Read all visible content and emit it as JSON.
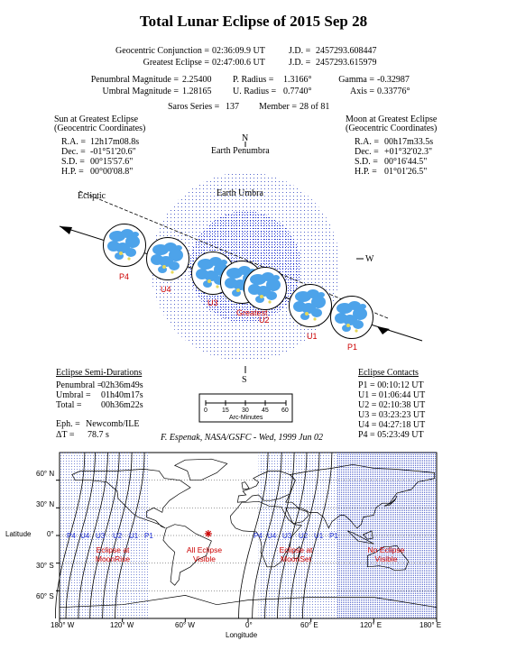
{
  "title": "Total Lunar Eclipse of 2015 Sep 28",
  "header": {
    "geo_conj_label": "Geocentric Conjunction =",
    "geo_conj_value": "02:36:09.9 UT",
    "jd1_label": "J.D. =",
    "jd1_value": "2457293.608447",
    "greatest_label": "Greatest Eclipse =",
    "greatest_value": "02:47:00.6 UT",
    "jd2_label": "J.D. =",
    "jd2_value": "2457293.615979",
    "pen_mag_label": "Penumbral Magnitude =",
    "pen_mag_value": "2.25400",
    "umb_mag_label": "Umbral Magnitude =",
    "umb_mag_value": "1.28165",
    "p_radius_label": "P. Radius =",
    "p_radius_value": "1.3166°",
    "u_radius_label": "U. Radius =",
    "u_radius_value": "0.7740°",
    "gamma_label": "Gamma =",
    "gamma_value": "-0.32987",
    "axis_label": "Axis =",
    "axis_value": "0.33776°",
    "saros_label": "Saros Series =",
    "saros_value": "137",
    "member_label": "Member =",
    "member_value": "28 of 81"
  },
  "sun": {
    "heading1": "Sun at Greatest Eclipse",
    "heading2": "(Geocentric Coordinates)",
    "rows": [
      {
        "label": "R.A. =",
        "value": "12h17m08.8s"
      },
      {
        "label": "Dec. =",
        "value": "-01°51'20.6\""
      },
      {
        "label": "S.D. =",
        "value": "00°15'57.6\""
      },
      {
        "label": "H.P. =",
        "value": "00°00'08.8\""
      }
    ]
  },
  "moon": {
    "heading1": "Moon at Greatest Eclipse",
    "heading2": "(Geocentric Coordinates)",
    "rows": [
      {
        "label": "R.A. =",
        "value": "00h17m33.5s"
      },
      {
        "label": "Dec. =",
        "value": "+01°32'02.3\""
      },
      {
        "label": "S.D. =",
        "value": "00°16'44.5\""
      },
      {
        "label": "H.P. =",
        "value": "01°01'26.5\""
      }
    ]
  },
  "diagram": {
    "north": "N",
    "south": "S",
    "west": "W",
    "earth_penumbra": "Earth Penumbra",
    "earth_umbra": "Earth Umbra",
    "ecliptic": "Ecliptic",
    "greatest": "Greatest",
    "contacts_labels": [
      "P4",
      "U4",
      "U3",
      "U2",
      "U1",
      "P1"
    ]
  },
  "semi_durations": {
    "heading": "Eclipse Semi-Durations",
    "rows": [
      {
        "label": "Penumbral =",
        "value": "02h36m49s"
      },
      {
        "label": "Umbral =",
        "value": "01h40m17s"
      },
      {
        "label": "Total =",
        "value": "00h36m22s"
      }
    ],
    "eph_label": "Eph. =",
    "eph_value": "Newcomb/ILE",
    "dt_label": "ΔT =",
    "dt_value": "78.7 s"
  },
  "scale": {
    "ticks": [
      "0",
      "15",
      "30",
      "45",
      "60"
    ],
    "unit": "Arc-Minutes"
  },
  "credit": "F. Espenak, NASA/GSFC - Wed, 1999 Jun 02",
  "contacts": {
    "heading": "Eclipse Contacts",
    "rows": [
      "P1 = 00:10:12 UT",
      "U1 = 01:06:44 UT",
      "U2 = 02:10:38 UT",
      "U3 = 03:23:23 UT",
      "U4 = 04:27:18 UT",
      "P4 = 05:23:49 UT"
    ]
  },
  "map": {
    "lat_title": "Latitude",
    "lon_title": "Longitude",
    "lat_labels": [
      "60° N",
      "30° N",
      "0°",
      "30° S",
      "60° S"
    ],
    "lon_labels": [
      "180° W",
      "120° W",
      "60° W",
      "0°",
      "60° E",
      "120° E",
      "180° E"
    ],
    "curve_labels_left": [
      "P4",
      "U4",
      "U3",
      "U2",
      "U1",
      "P1"
    ],
    "curve_labels_right": [
      "P4",
      "U4",
      "U3",
      "U2",
      "U1",
      "P1"
    ],
    "region_moonrise": [
      "Eclipse at",
      "MoonRise"
    ],
    "region_all": [
      "All Eclipse",
      "Visible"
    ],
    "region_moonset": [
      "Eclipse at",
      "MoonSet"
    ],
    "region_none": [
      "No Eclipse",
      "Visible"
    ],
    "colors": {
      "curves": "#1a2bd6",
      "region_text": "#cc0000",
      "dots": "#7a8ad6"
    }
  }
}
